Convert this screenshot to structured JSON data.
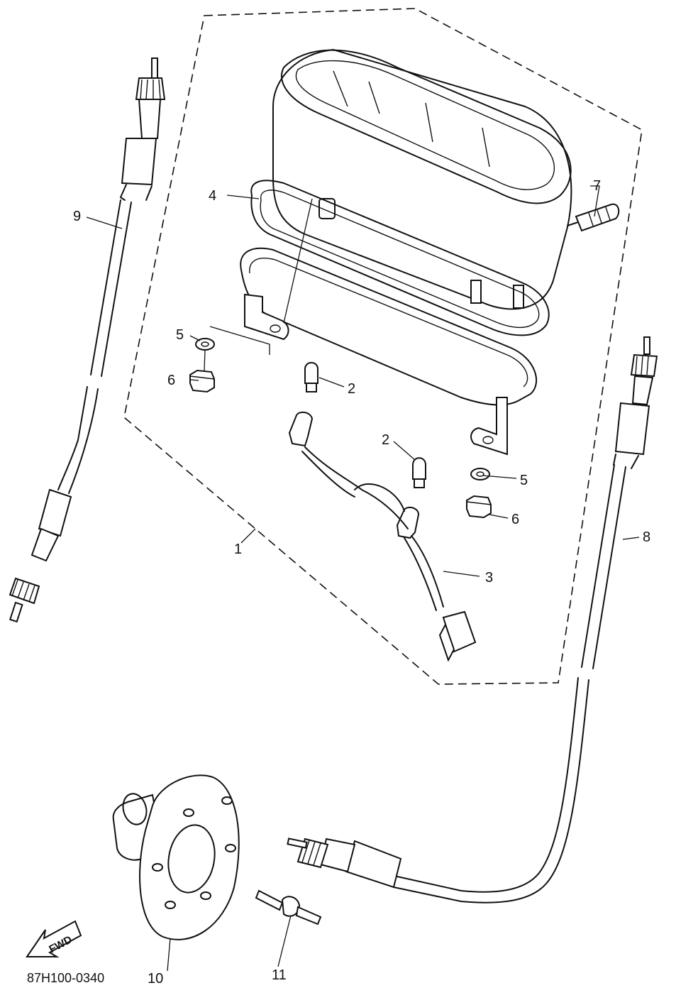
{
  "diagram": {
    "drawing_code": "87H100-0340",
    "fwd_label": "FWD",
    "callouts": [
      {
        "id": "c1",
        "label": "1"
      },
      {
        "id": "c2a",
        "label": "2"
      },
      {
        "id": "c2b",
        "label": "2"
      },
      {
        "id": "c3",
        "label": "3"
      },
      {
        "id": "c4",
        "label": "4"
      },
      {
        "id": "c5a",
        "label": "5"
      },
      {
        "id": "c5b",
        "label": "5"
      },
      {
        "id": "c6a",
        "label": "6"
      },
      {
        "id": "c6b",
        "label": "6"
      },
      {
        "id": "c7",
        "label": "7"
      },
      {
        "id": "c8",
        "label": "8"
      },
      {
        "id": "c9",
        "label": "9"
      },
      {
        "id": "c10",
        "label": "10"
      },
      {
        "id": "c11",
        "label": "11"
      }
    ]
  }
}
